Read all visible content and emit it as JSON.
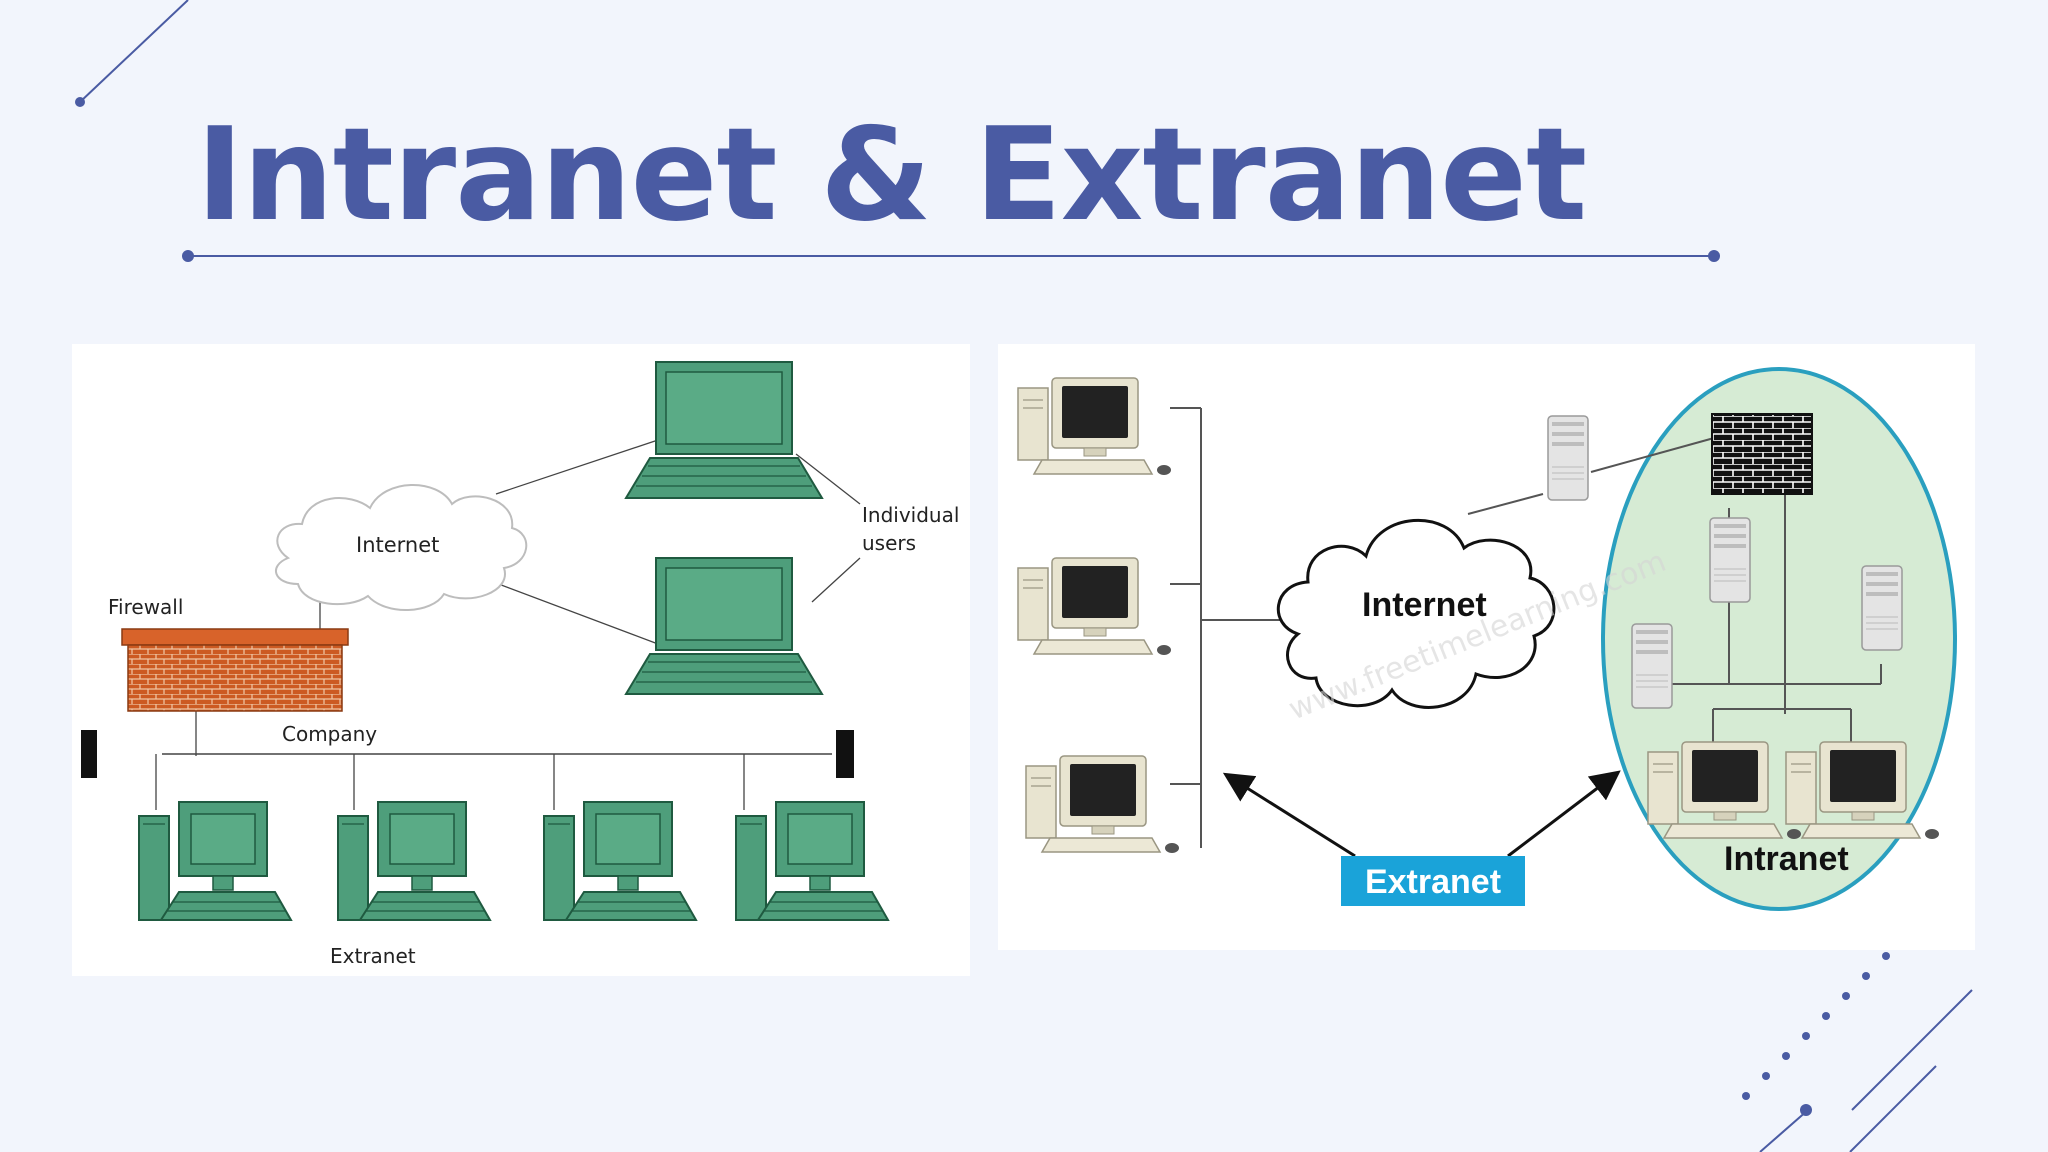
{
  "slide": {
    "title": "Intranet & Extranet"
  },
  "left_diagram": {
    "labels": {
      "internet": "Internet",
      "users_line1": "Individual",
      "users_line2": "users",
      "firewall": "Firewall",
      "company": "Company",
      "extranet": "Extranet"
    }
  },
  "right_diagram": {
    "labels": {
      "internet": "Internet",
      "extranet": "Extranet",
      "intranet": "Intranet",
      "watermark": "www.freetimelearning.com"
    }
  },
  "colors": {
    "title": "#4a5ba3",
    "background": "#f2f5fc",
    "device_green": "#4e9e7b",
    "firewall_brick": "#cc5a22",
    "extranet_badge": "#1aa3d9",
    "intranet_fill": "#d6ebd4",
    "intranet_border": "#2a9fbf"
  }
}
